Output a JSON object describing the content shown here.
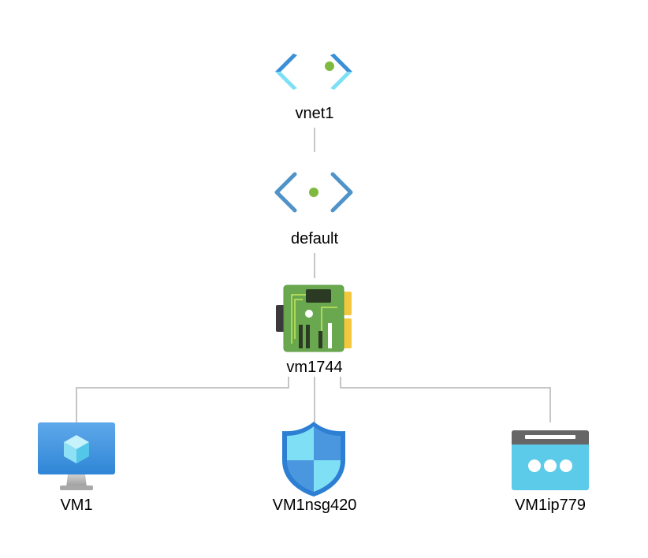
{
  "nodes": {
    "vnet": {
      "label": "vnet1",
      "icon": "virtual-network-icon"
    },
    "subnet": {
      "label": "default",
      "icon": "subnet-icon"
    },
    "nic": {
      "label": "vm1744",
      "icon": "network-interface-icon"
    },
    "vm": {
      "label": "VM1",
      "icon": "virtual-machine-icon"
    },
    "nsg": {
      "label": "VM1nsg420",
      "icon": "network-security-group-icon"
    },
    "pip": {
      "label": "VM1ip779",
      "icon": "public-ip-address-icon"
    }
  },
  "colors": {
    "connector": "#b3b3b3",
    "vnet_blue": "#3a8fd6",
    "vnet_cyan": "#7fe0f5",
    "dot_green": "#7fba3f",
    "nic_green": "#6aa84f",
    "nic_yellow": "#f3c73e",
    "vm_blue": "#2f86d6",
    "nsg_blue": "#2d7fd3",
    "pip_gray": "#666666",
    "pip_cyan": "#5ccbea"
  }
}
